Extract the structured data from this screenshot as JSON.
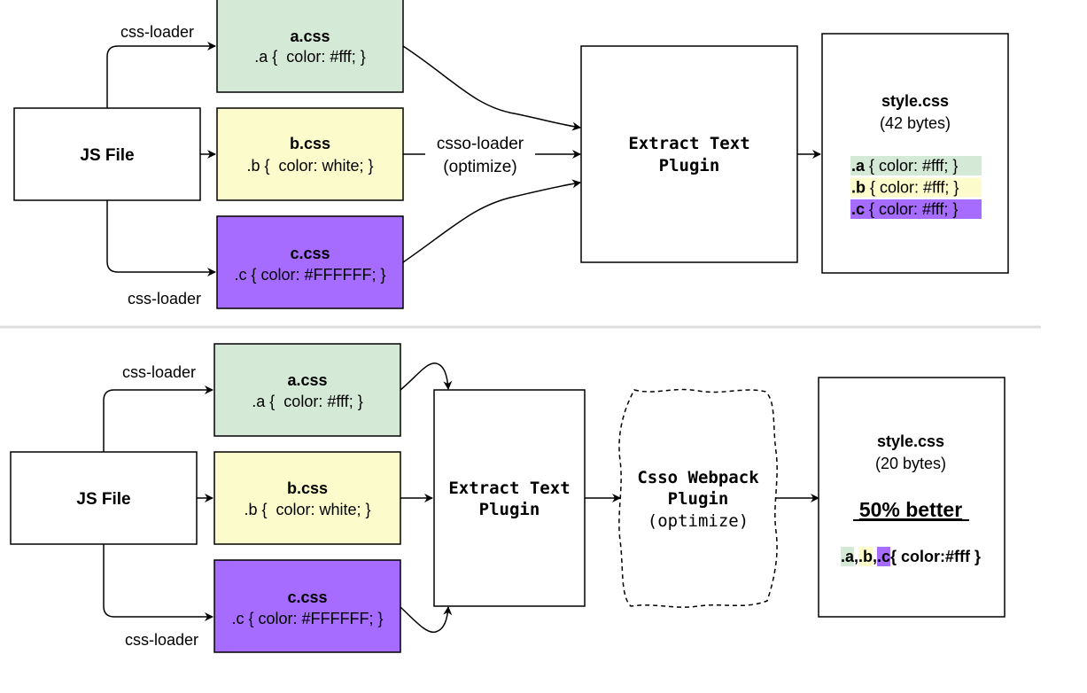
{
  "top": {
    "js_file": "JS File",
    "edge_a": "css-loader",
    "edge_c": "css-loader",
    "a_file": {
      "title": "a.css",
      "code": ".a {  color: #fff; }"
    },
    "b_file": {
      "title": "b.css",
      "code": ".b {  color: white; }"
    },
    "c_file": {
      "title": "c.css",
      "code": ".c { color: #FFFFFF; }"
    },
    "csso_loader": {
      "line1": "csso-loader",
      "line2": "(optimize)"
    },
    "extract": {
      "line1": "Extract Text",
      "line2": "Plugin"
    },
    "output": {
      "title": "style.css",
      "size": "(42 bytes)",
      "rules": [
        {
          "selector": ".a",
          "body": " {  color: #fff; }",
          "color": "#d5ead6"
        },
        {
          "selector": ".b",
          "body": " {  color: #fff; }",
          "color": "#fbfbcc"
        },
        {
          "selector": ".c",
          "body": " {  color: #fff; }",
          "color": "#a66bff"
        }
      ]
    }
  },
  "bottom": {
    "js_file": "JS File",
    "edge_a": "css-loader",
    "edge_c": "css-loader",
    "a_file": {
      "title": "a.css",
      "code": ".a {  color: #fff; }"
    },
    "b_file": {
      "title": "b.css",
      "code": ".b {  color: white; }"
    },
    "c_file": {
      "title": "c.css",
      "code": ".c { color: #FFFFFF; }"
    },
    "extract": {
      "line1": "Extract Text",
      "line2": "Plugin"
    },
    "csso_plugin": {
      "line1": "Csso Webpack",
      "line2": "Plugin",
      "line3": "(optimize)"
    },
    "output": {
      "title": "style.css",
      "size": "(20 bytes)",
      "improvement": "50% better",
      "merged": [
        {
          "text": ".a",
          "color": "#d5ead6"
        },
        {
          "text": ",",
          "color": ""
        },
        {
          "text": ".b",
          "color": "#fbfbcc"
        },
        {
          "text": ",",
          "color": ""
        },
        {
          "text": ".c",
          "color": "#a66bff"
        },
        {
          "text": "{ color:#fff }",
          "color": ""
        }
      ]
    }
  },
  "colors": {
    "a_fill": "#d5ead6",
    "b_fill": "#fbfbcc",
    "c_fill": "#a66bff",
    "stroke": "#000000",
    "divider": "#dddddd"
  }
}
